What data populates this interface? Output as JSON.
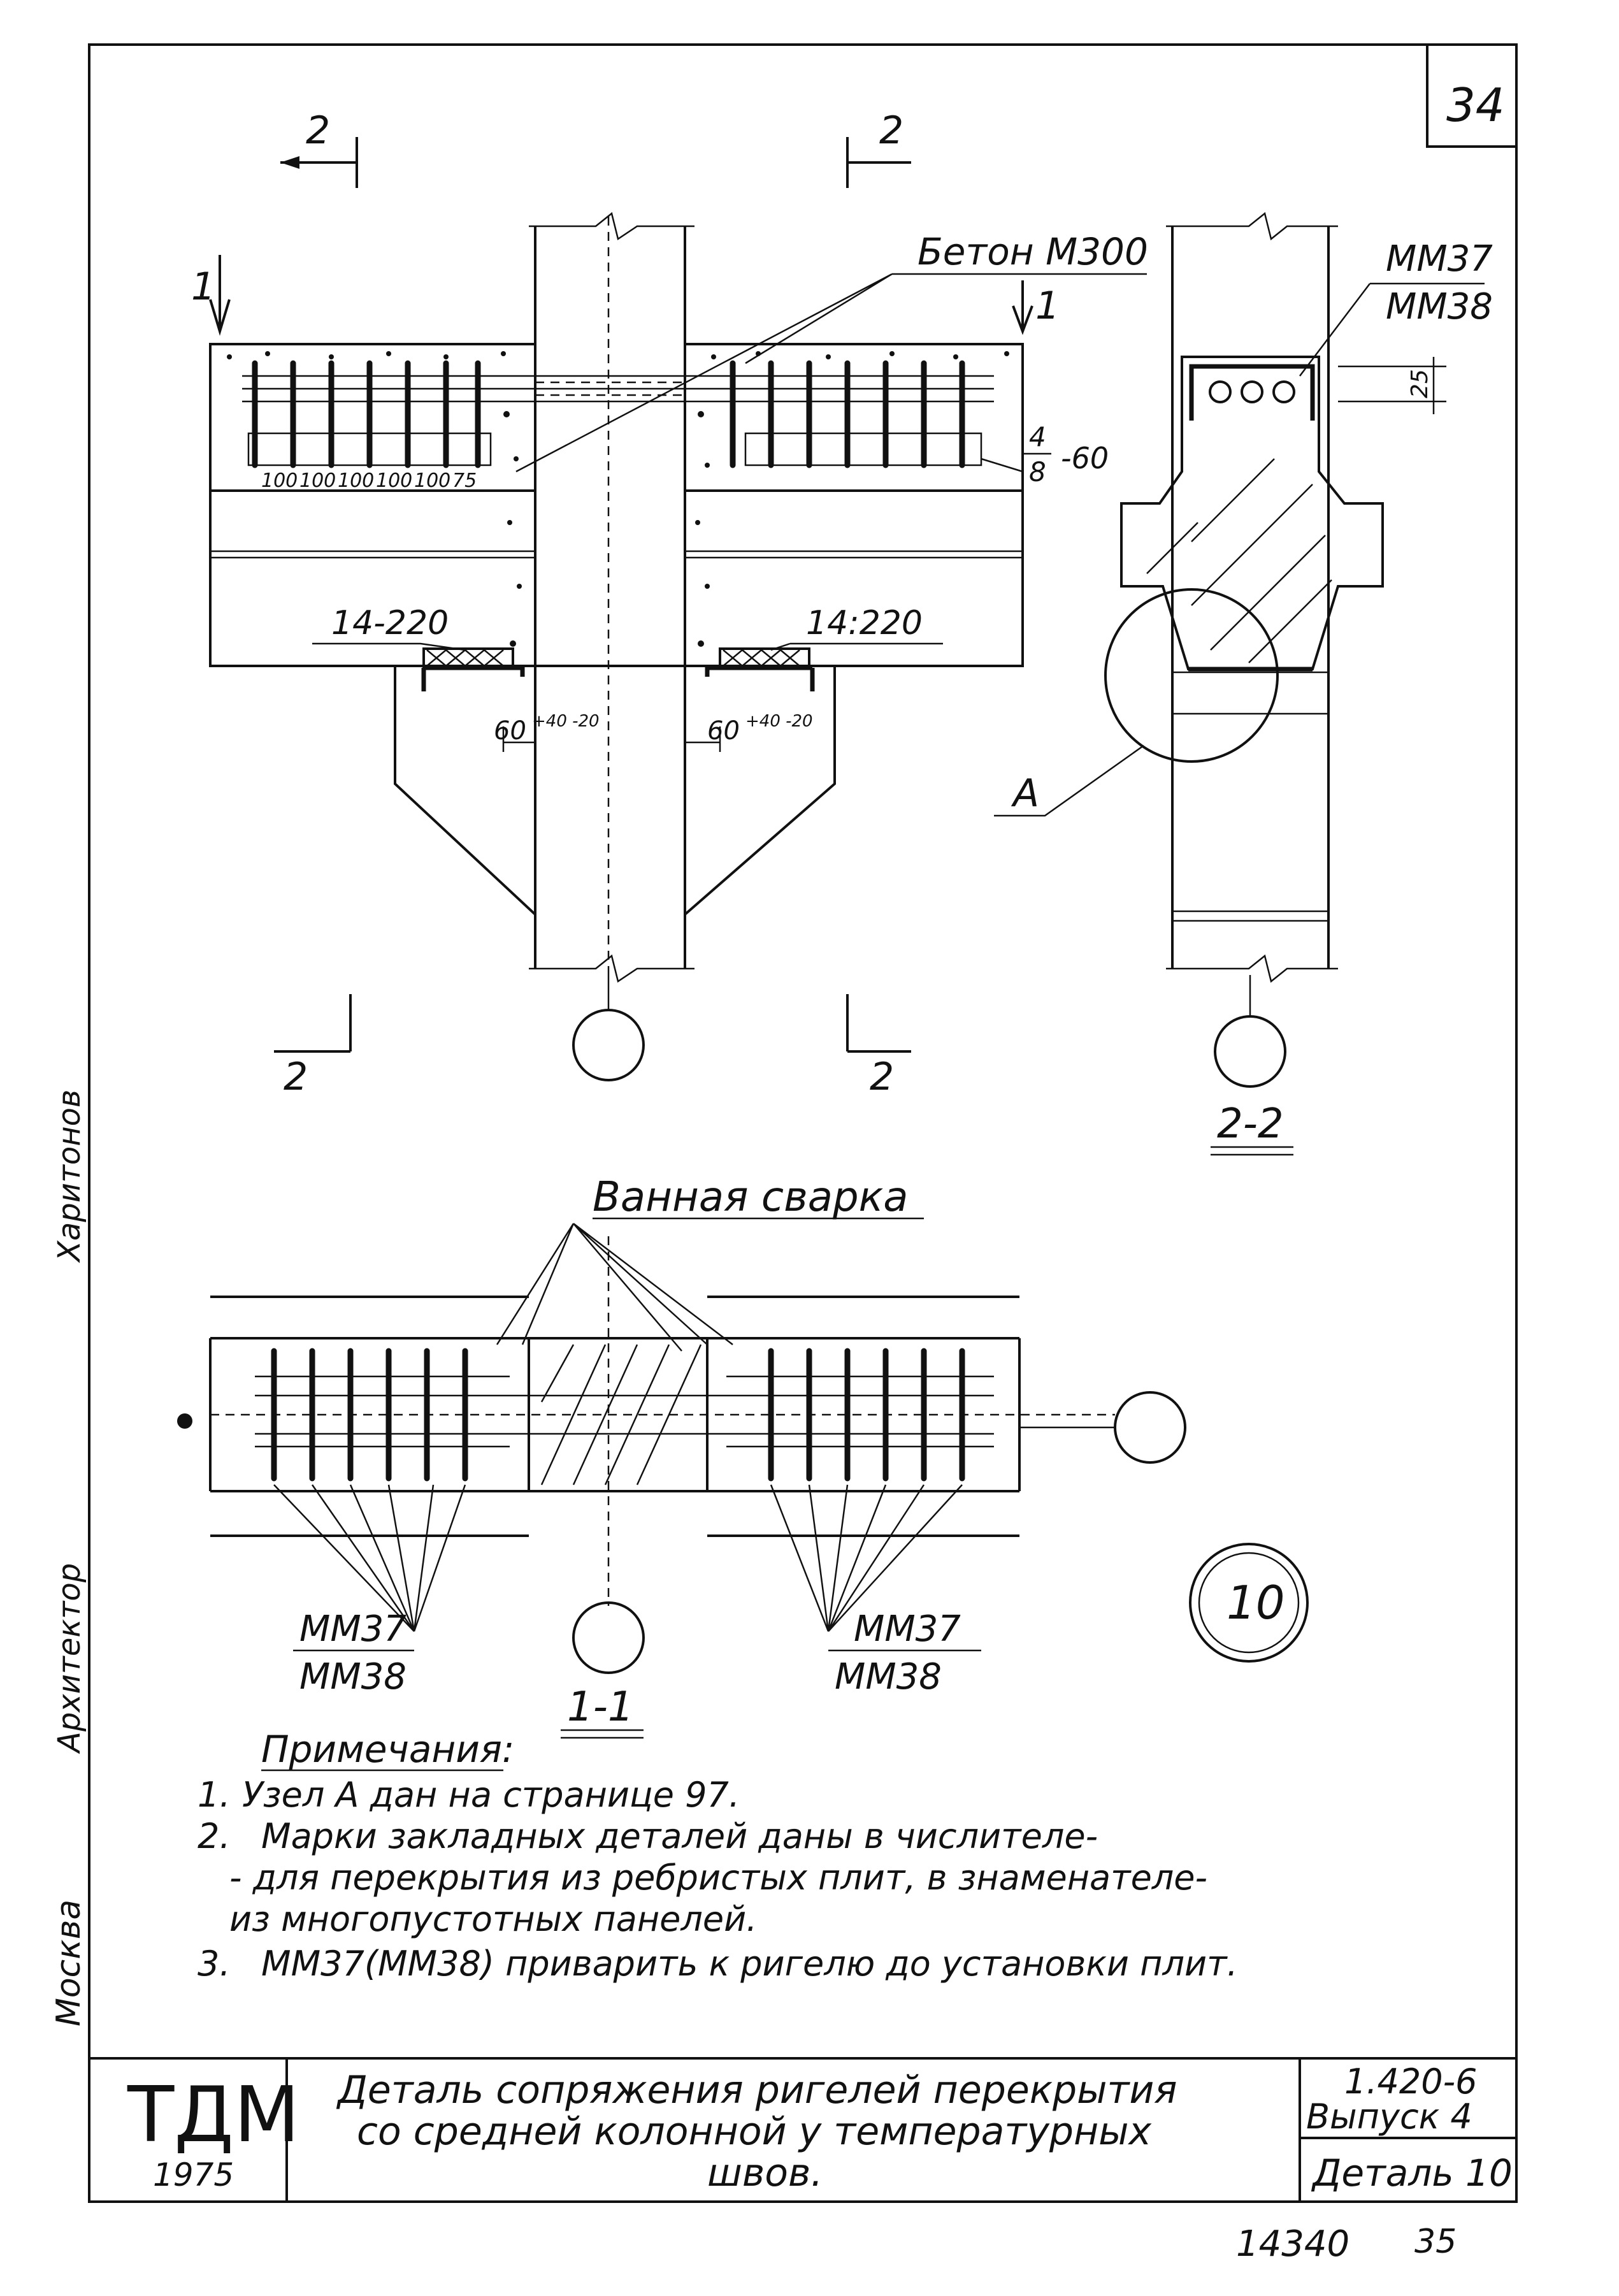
{
  "sheet_number": "34",
  "labels": {
    "section_2_top_left": "2",
    "section_2_top_right": "2",
    "section_2_bottom_left": "2",
    "section_2_bottom_right": "2",
    "section_1_left": "1",
    "section_1_right": "1",
    "concrete": "Бетон М300",
    "embed_top_right": "ММ37",
    "embed_bottom_right": "ММ38",
    "dim_25": "25",
    "weld_fraction_top": "4",
    "weld_fraction_bottom": "8",
    "weld_suffix": "-60",
    "spacing": [
      "100",
      "100",
      "100",
      "100",
      "100",
      "75"
    ],
    "pad_left": "14-220",
    "pad_right": "14:220",
    "gap_left": "60",
    "gap_left_tol": "+40 -20",
    "gap_right": "60",
    "gap_right_tol": "+40 -20",
    "node_a": "А",
    "section_22_caption": "2-2",
    "weld_title": "Ванная сварка",
    "section_11_caption": "1-1",
    "mm_left_top": "ММ37",
    "mm_left_bottom": "ММ38",
    "mm_right_top": "ММ37",
    "mm_right_bottom": "ММ38",
    "detail_circle": "10"
  },
  "notes": {
    "title": "Примечания:",
    "items": [
      {
        "num": "1.",
        "text": "Узел А дан на странице 97."
      },
      {
        "num": "2.",
        "text": "Марки закладных деталей даны в числителе-"
      },
      {
        "num": "",
        "text": "- для перекрытия из ребристых плит, в знаменателе-"
      },
      {
        "num": "",
        "text": "из многопустотных панелей."
      },
      {
        "num": "3.",
        "text": "ММ37(ММ38) приварить к ригелю до установки плит."
      }
    ]
  },
  "side_strip": {
    "city": "Москва",
    "role": "Архитектор",
    "name": "Харитонов"
  },
  "title_block": {
    "logo": "ТДМ",
    "year": "1975",
    "title_line1": "Деталь сопряжения ригелей перекрытия",
    "title_line2": "со средней колонной у температурных",
    "title_line3": "швов.",
    "series": "1.420-6",
    "issue": "Выпуск 4",
    "detail": "Деталь 10"
  },
  "footer": {
    "code": "14340",
    "page": "35"
  }
}
